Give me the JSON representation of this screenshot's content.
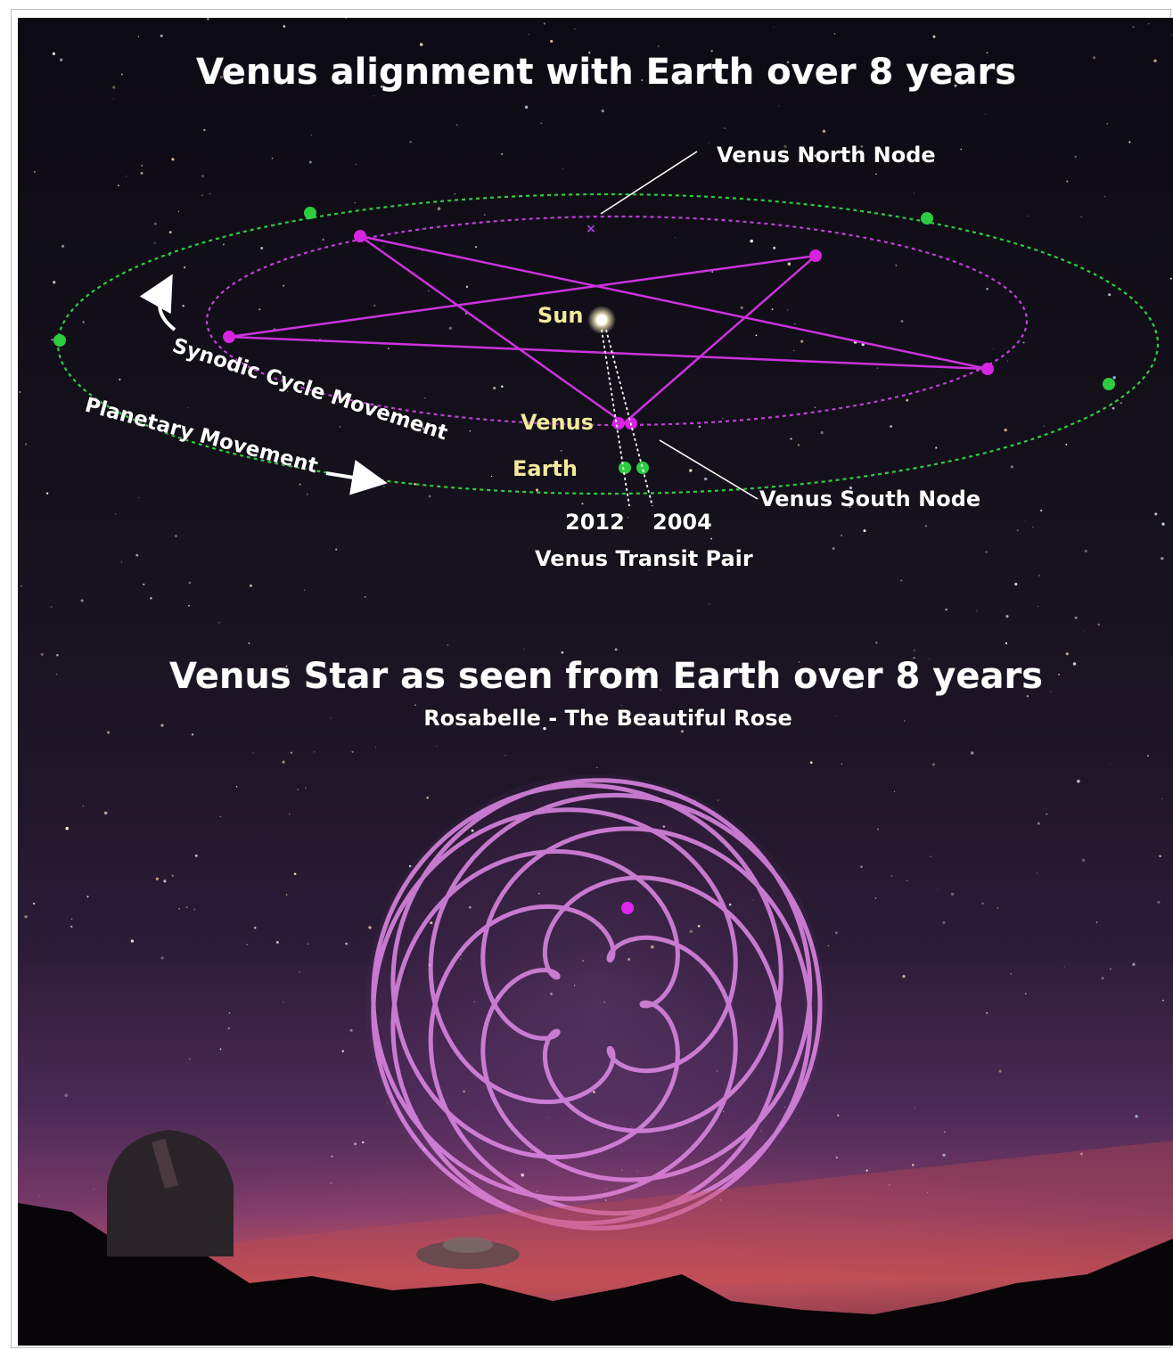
{
  "top": {
    "title": "Venus alignment with Earth over 8 years",
    "labels": {
      "north_node": "Venus North Node",
      "sun": "Sun",
      "venus": "Venus",
      "earth": "Earth",
      "south_node": "Venus South Node",
      "year_a": "2012",
      "year_b": "2004",
      "transit_pair": "Venus Transit Pair",
      "synodic": "Synodic Cycle Movement",
      "planetary": "Planetary Movement"
    }
  },
  "bottom": {
    "title": "Venus Star as seen from Earth over 8 years",
    "subtitle": "Rosabelle - The Beautiful Rose"
  },
  "colors": {
    "earth_orbit": "#2ecc40",
    "venus_orbit": "#c040d8",
    "pentagram": "#cc33dd",
    "rose_curve": "#e08ae8",
    "sun": "#fff2c0"
  }
}
